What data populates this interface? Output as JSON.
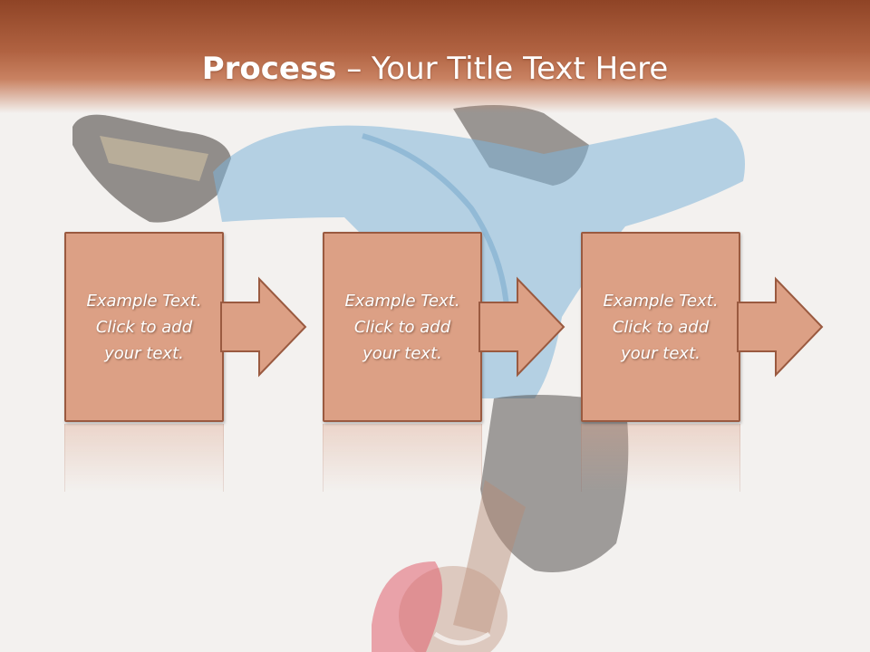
{
  "slide": {
    "title_bold": "Process",
    "title_rest": " – Your Title Text Here"
  },
  "steps": [
    {
      "text": "Example Text.\nClick  to add\nyour text."
    },
    {
      "text": "Example Text.\nClick  to add\nyour text."
    },
    {
      "text": "Example Text.\nClick  to add\nyour text."
    }
  ],
  "colors": {
    "title_bar": "#9c4f2f",
    "box_fill": "#dca085",
    "box_border": "#9a5a40",
    "background": "#f3f1ef"
  }
}
